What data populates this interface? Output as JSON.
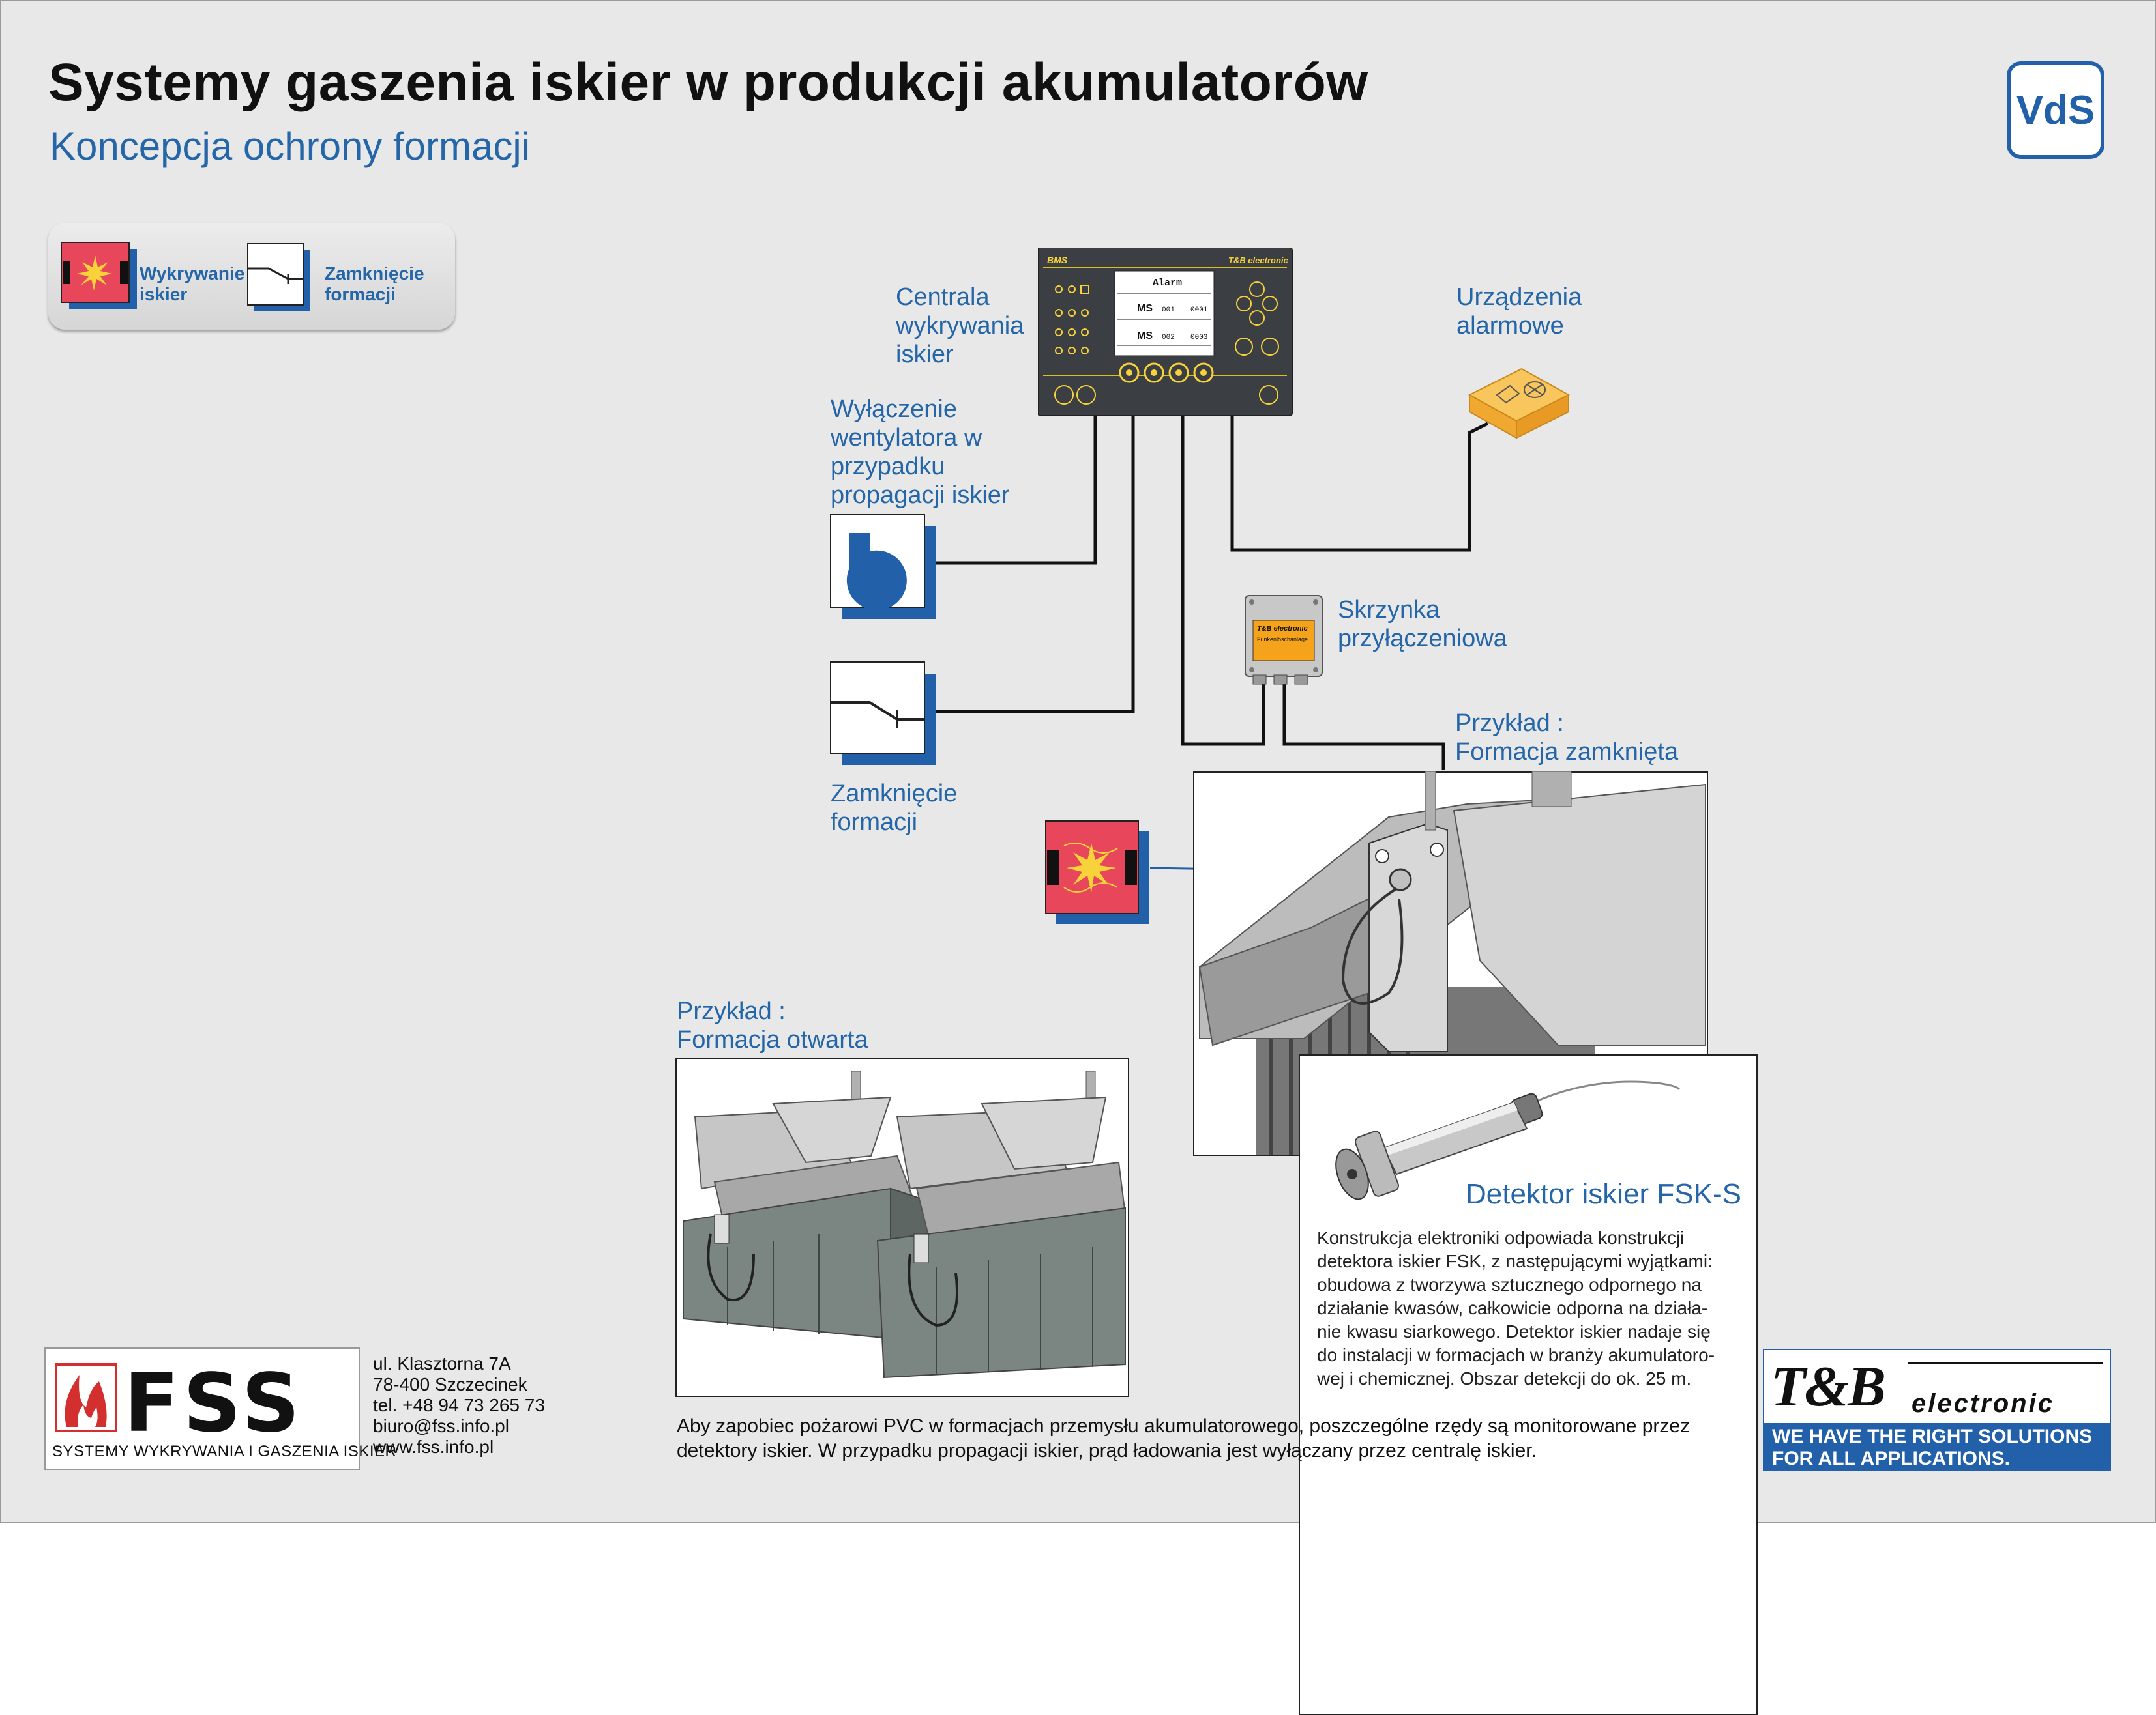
{
  "title": "Systemy gaszenia iskier w produkcji akumulatorów",
  "subtitle": "Koncepcja ochrony formacji",
  "vds": "VdS",
  "legend": {
    "detection": [
      "Wykrywanie",
      "iskier"
    ],
    "closing": [
      "Zamknięcie",
      "formacji"
    ]
  },
  "labels": {
    "central": [
      "Centrala",
      "wykrywania",
      "iskier"
    ],
    "alarm": [
      "Urządzenia",
      "alarmowe"
    ],
    "fan": [
      "Wyłączenie",
      "wentylatora w",
      "przypadku",
      "propagacji iskier"
    ],
    "closing": [
      "Zamknięcie",
      "formacji"
    ],
    "junction": [
      "Skrzynka",
      "przyłączeniowa"
    ],
    "closed_example": [
      "Przykład :",
      "Formacja zamknięta"
    ],
    "open_example": [
      "Przykład :",
      "Formacja otwarta"
    ]
  },
  "panel": {
    "brand": "BMS",
    "maker": "T&B electronic",
    "screen_title": "Alarm",
    "sensor_code": "MS",
    "values": [
      "001",
      "0001",
      "002",
      "0003"
    ]
  },
  "junction_box": {
    "brand": "T&B electronic",
    "label": "Funkenlöschanlage"
  },
  "detector": {
    "title": "Detektor iskier FSK-S",
    "description": [
      "Konstrukcja elektroniki odpowiada konstrukcji",
      "detektora iskier FSK, z następującymi wyjątkami:",
      "obudowa z tworzywa sztucznego odpornego na",
      "działanie kwasów, całkowicie odporna na działa-",
      "nie kwasu siarkowego. Detektor iskier nadaje się",
      "do instalacji w formacjach w branży akumulatoro-",
      "wej i chemicznej. Obszar detekcji do ok. 25 m."
    ]
  },
  "note": "Aby zapobiec pożarowi PVC w formacjach przemysłu akumulatorowego, poszczególne rzędy są monitorowane przez detektory iskier. W przypadku propagacji iskier, prąd ładowania jest wyłączany przez centralę iskier.",
  "company": {
    "logo": "FSS",
    "tagline": "SYSTEMY WYKRYWANIA I GASZENIA ISKIER",
    "address": [
      "ul. Klasztorna 7A",
      "78-400 Szczecinek",
      "tel. +48 94 73 265 73",
      "biuro@fss.info.pl",
      "www.fss.info.pl"
    ]
  },
  "partner": {
    "logo": "T&B",
    "name": "electronic",
    "slogan": [
      "WE HAVE THE RIGHT SOLUTIONS",
      "FOR ALL APPLICATIONS."
    ]
  },
  "colors": {
    "accent_blue": "#2466a8",
    "detector_red": "#e8465a",
    "spark_yellow": "#f7d23a",
    "alarm_orange": "#f5b94a",
    "panel_dark": "#3b3f44"
  }
}
